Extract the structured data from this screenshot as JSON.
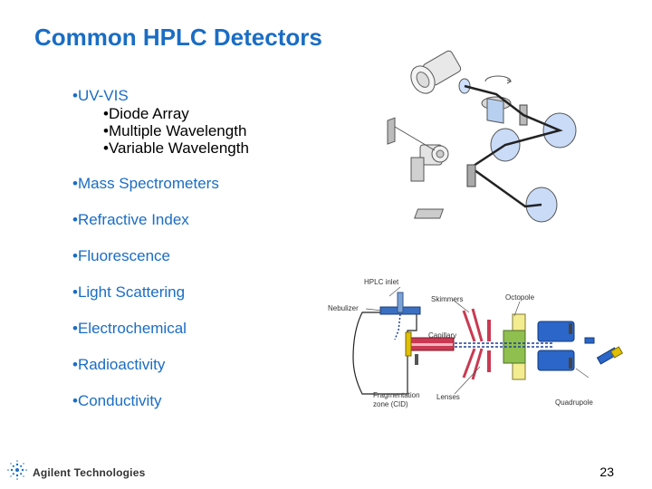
{
  "title": "Common HPLC Detectors",
  "bullets": {
    "uv_vis": "•UV-VIS",
    "sub": [
      "•Diode Array",
      "•Multiple Wavelength",
      "•Variable Wavelength"
    ],
    "items": [
      "•Mass Spectrometers",
      "•Refractive Index",
      "•Fluorescence",
      "•Light Scattering",
      "•Electrochemical",
      "•Radioactivity",
      "•Conductivity"
    ]
  },
  "ms_diagram": {
    "hplc_inlet": "HPLC inlet",
    "skimmers": "Skimmers",
    "octopole": "Octopole",
    "nebulizer": "Nebulizer",
    "capillary": "Capillary",
    "fragmentation_1": "Fragmentation",
    "fragmentation_2": "zone (CID)",
    "lenses": "Lenses",
    "quadrupole": "Quadrupole"
  },
  "footer": {
    "company": "Agilent Technologies",
    "page": "23"
  },
  "colors": {
    "title": "#1a6dc4",
    "bullet": "#1a6dc4"
  }
}
